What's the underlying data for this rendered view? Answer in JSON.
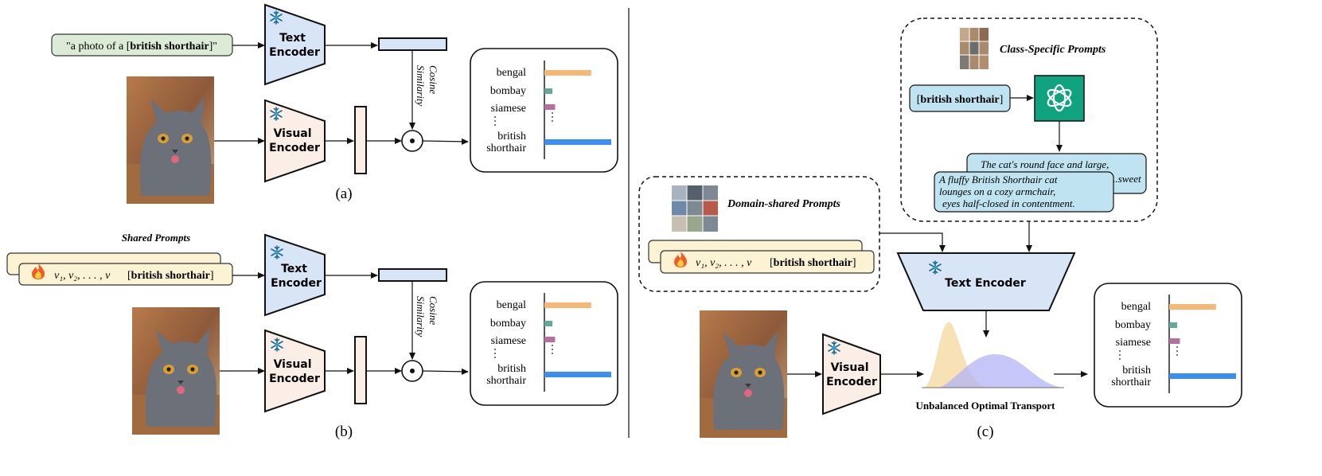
{
  "panel_a": {
    "caption": "(a)",
    "prompt_prefix": "\"a photo of a [",
    "prompt_class": "british shorthair",
    "prompt_suffix": "]\"",
    "text_encoder": [
      "Text",
      "Encoder"
    ],
    "visual_encoder": [
      "Visual",
      "Encoder"
    ],
    "similarity": [
      "Cosine",
      "Similarity"
    ],
    "classes": [
      "bengal",
      "bombay",
      "siamese",
      "british",
      "shorthair"
    ],
    "bar_values": [
      0.7,
      0.12,
      0.16,
      1.0
    ]
  },
  "panel_b": {
    "caption": "(b)",
    "shared_prompts_label": "Shared Prompts",
    "prompt_vectors": "v₁, v₂, . . . , v",
    "prompt_class": "british shorthair",
    "text_encoder": [
      "Text",
      "Encoder"
    ],
    "visual_encoder": [
      "Visual",
      "Encoder"
    ],
    "similarity": [
      "Cosine",
      "Similarity"
    ],
    "classes": [
      "bengal",
      "bombay",
      "siamese",
      "british",
      "shorthair"
    ],
    "bar_values": [
      0.7,
      0.12,
      0.16,
      1.0
    ]
  },
  "panel_c": {
    "caption": "(c)",
    "class_specific_label": "Class-Specific Prompts",
    "class_input": "british shorthair",
    "description_back": [
      "The cat's round face and large,",
      "...sweet"
    ],
    "description_front": [
      "A fluffy British Shorthair cat",
      "lounges on a cozy armchair,",
      "eyes half-closed in contentment."
    ],
    "domain_shared_label": "Domain-shared Prompts",
    "prompt_vectors": "v₁, v₂, . . . , v",
    "prompt_class": "british shorthair",
    "text_encoder": "Text Encoder",
    "visual_encoder": [
      "Visual",
      "Encoder"
    ],
    "transport_label": "Unbalanced Optimal Transport",
    "classes": [
      "bengal",
      "bombay",
      "siamese",
      "british",
      "shorthair"
    ],
    "bar_values": [
      0.7,
      0.12,
      0.16,
      1.0
    ]
  },
  "colors": {
    "text_encoder_fill": "#d7e5f6",
    "visual_encoder_fill": "#fbeee6",
    "prompt_green": "#dcebd5",
    "prompt_yellow": "#fbf3d3",
    "gpt_green": "#10a37f",
    "bar_orange": "#f6b877",
    "bar_teal": "#63a89a",
    "bar_pink": "#b7709e",
    "bar_blue": "#3d8fee",
    "dist_orange": "#f6dca8",
    "dist_purple": "#b3b3f5",
    "description_blue": "#bfe3f1"
  },
  "icons": [
    "snowflake-icon",
    "fire-icon",
    "cat-photo",
    "chatgpt-logo-icon",
    "domain-image-grid",
    "class-image-grid"
  ]
}
